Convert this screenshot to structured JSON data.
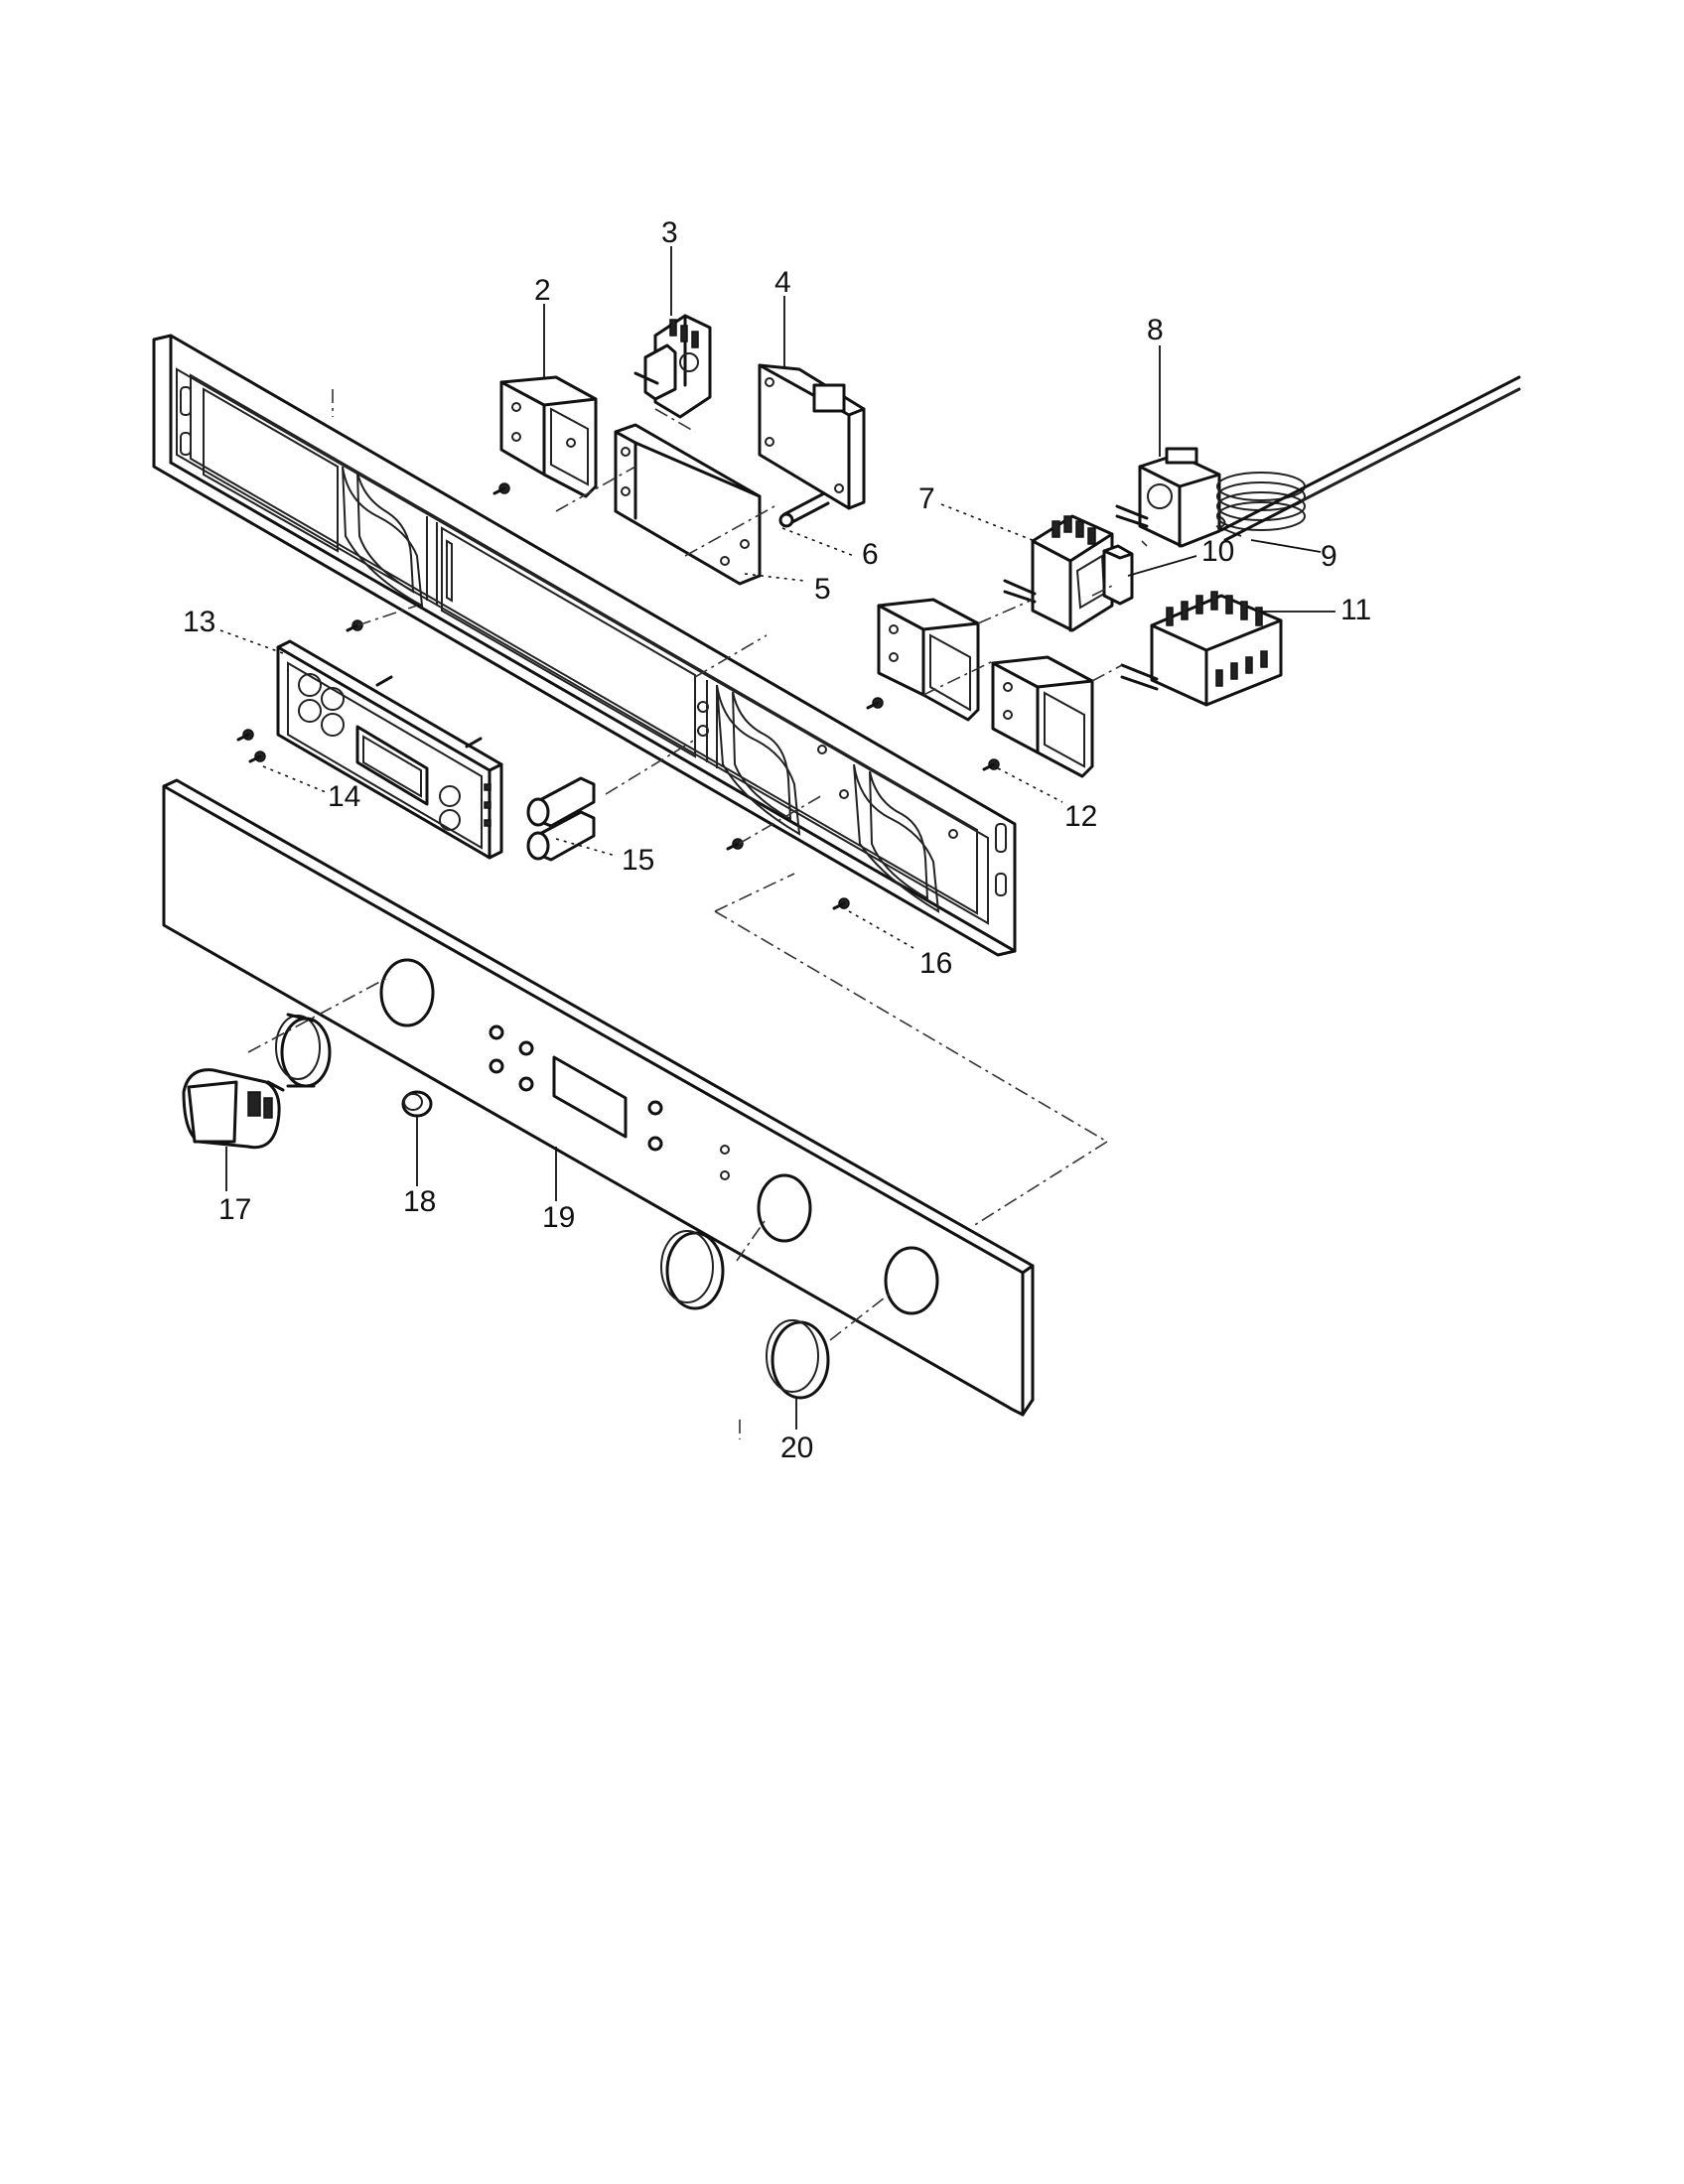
{
  "diagram": {
    "callouts": [
      {
        "id": "2",
        "label": "2"
      },
      {
        "id": "3",
        "label": "3"
      },
      {
        "id": "4",
        "label": "4"
      },
      {
        "id": "5",
        "label": "5"
      },
      {
        "id": "6",
        "label": "6"
      },
      {
        "id": "7",
        "label": "7"
      },
      {
        "id": "8",
        "label": "8"
      },
      {
        "id": "9",
        "label": "9"
      },
      {
        "id": "10",
        "label": "10"
      },
      {
        "id": "11",
        "label": "11"
      },
      {
        "id": "12",
        "label": "12"
      },
      {
        "id": "13",
        "label": "13"
      },
      {
        "id": "14",
        "label": "14"
      },
      {
        "id": "15",
        "label": "15"
      },
      {
        "id": "16",
        "label": "16"
      },
      {
        "id": "17",
        "label": "17"
      },
      {
        "id": "18",
        "label": "18"
      },
      {
        "id": "19",
        "label": "19"
      },
      {
        "id": "20",
        "label": "20"
      }
    ]
  }
}
